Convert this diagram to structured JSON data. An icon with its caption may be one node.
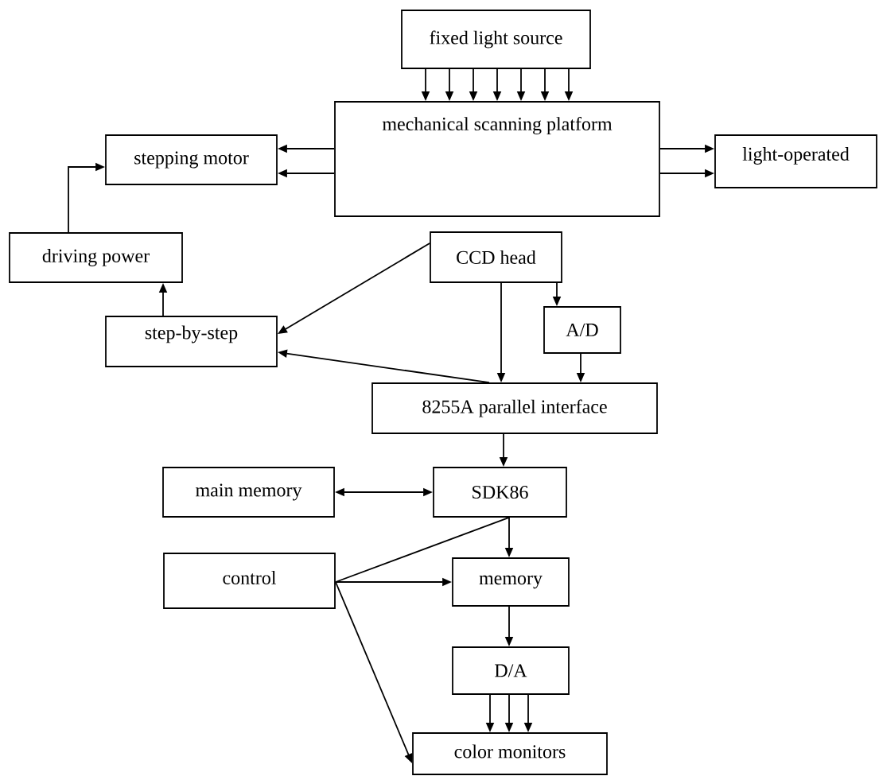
{
  "diagram": {
    "nodes": [
      {
        "text": [
          "fixed light source"
        ]
      },
      {
        "text": [
          "stepping motor"
        ]
      },
      {
        "text": [
          "mechanical scanning platform"
        ]
      },
      {
        "text": [
          "light-operated"
        ]
      },
      {
        "text": [
          "driving power"
        ]
      },
      {
        "text": [
          "CCD head"
        ]
      },
      {
        "text": [
          "step-by-step"
        ]
      },
      {
        "text": [
          "A/D"
        ]
      },
      {
        "text": [
          "8255A parallel interface"
        ]
      },
      {
        "text": [
          "main memory"
        ]
      },
      {
        "text": [
          "SDK86"
        ]
      },
      {
        "text": [
          "control"
        ]
      },
      {
        "text": [
          "memory"
        ]
      },
      {
        "text": [
          "D/A"
        ]
      },
      {
        "text": [
          "color monitors"
        ]
      }
    ],
    "edges": [
      {
        "from": 0,
        "to": 2,
        "arrow": "to"
      },
      {
        "from": 0,
        "to": 2,
        "arrow": "to"
      },
      {
        "from": 0,
        "to": 2,
        "arrow": "to"
      },
      {
        "from": 0,
        "to": 2,
        "arrow": "to"
      },
      {
        "from": 0,
        "to": 2,
        "arrow": "to"
      },
      {
        "from": 0,
        "to": 2,
        "arrow": "to"
      },
      {
        "from": 0,
        "to": 2,
        "arrow": "to"
      },
      {
        "from": 2,
        "to": 1,
        "arrow": "to"
      },
      {
        "from": 2,
        "to": 1,
        "arrow": "to"
      },
      {
        "from": 2,
        "to": 3,
        "arrow": "to"
      },
      {
        "from": 2,
        "to": 3,
        "arrow": "to"
      },
      {
        "from": 4,
        "to": 1,
        "arrow": "to"
      },
      {
        "from": 6,
        "to": 4,
        "arrow": "to"
      },
      {
        "from": 5,
        "to": 6,
        "arrow": "to"
      },
      {
        "from": 5,
        "to": 8,
        "arrow": "to"
      },
      {
        "from": 5,
        "to": 7,
        "arrow": "to"
      },
      {
        "from": 7,
        "to": 8,
        "arrow": "to"
      },
      {
        "from": 8,
        "to": 6,
        "arrow": "to"
      },
      {
        "from": 8,
        "to": 10,
        "arrow": "to"
      },
      {
        "from": 9,
        "to": 10,
        "arrow": "both"
      },
      {
        "from": 10,
        "to": 12,
        "arrow": "to"
      },
      {
        "from": 11,
        "to": 12,
        "arrow": "to"
      },
      {
        "from": 11,
        "to": 10,
        "arrow": "none"
      },
      {
        "from": 11,
        "to": 14,
        "arrow": "to"
      },
      {
        "from": 12,
        "to": 13,
        "arrow": "to"
      },
      {
        "from": 13,
        "to": 14,
        "arrow": "to"
      },
      {
        "from": 13,
        "to": 14,
        "arrow": "to"
      },
      {
        "from": 13,
        "to": 14,
        "arrow": "to"
      }
    ]
  }
}
